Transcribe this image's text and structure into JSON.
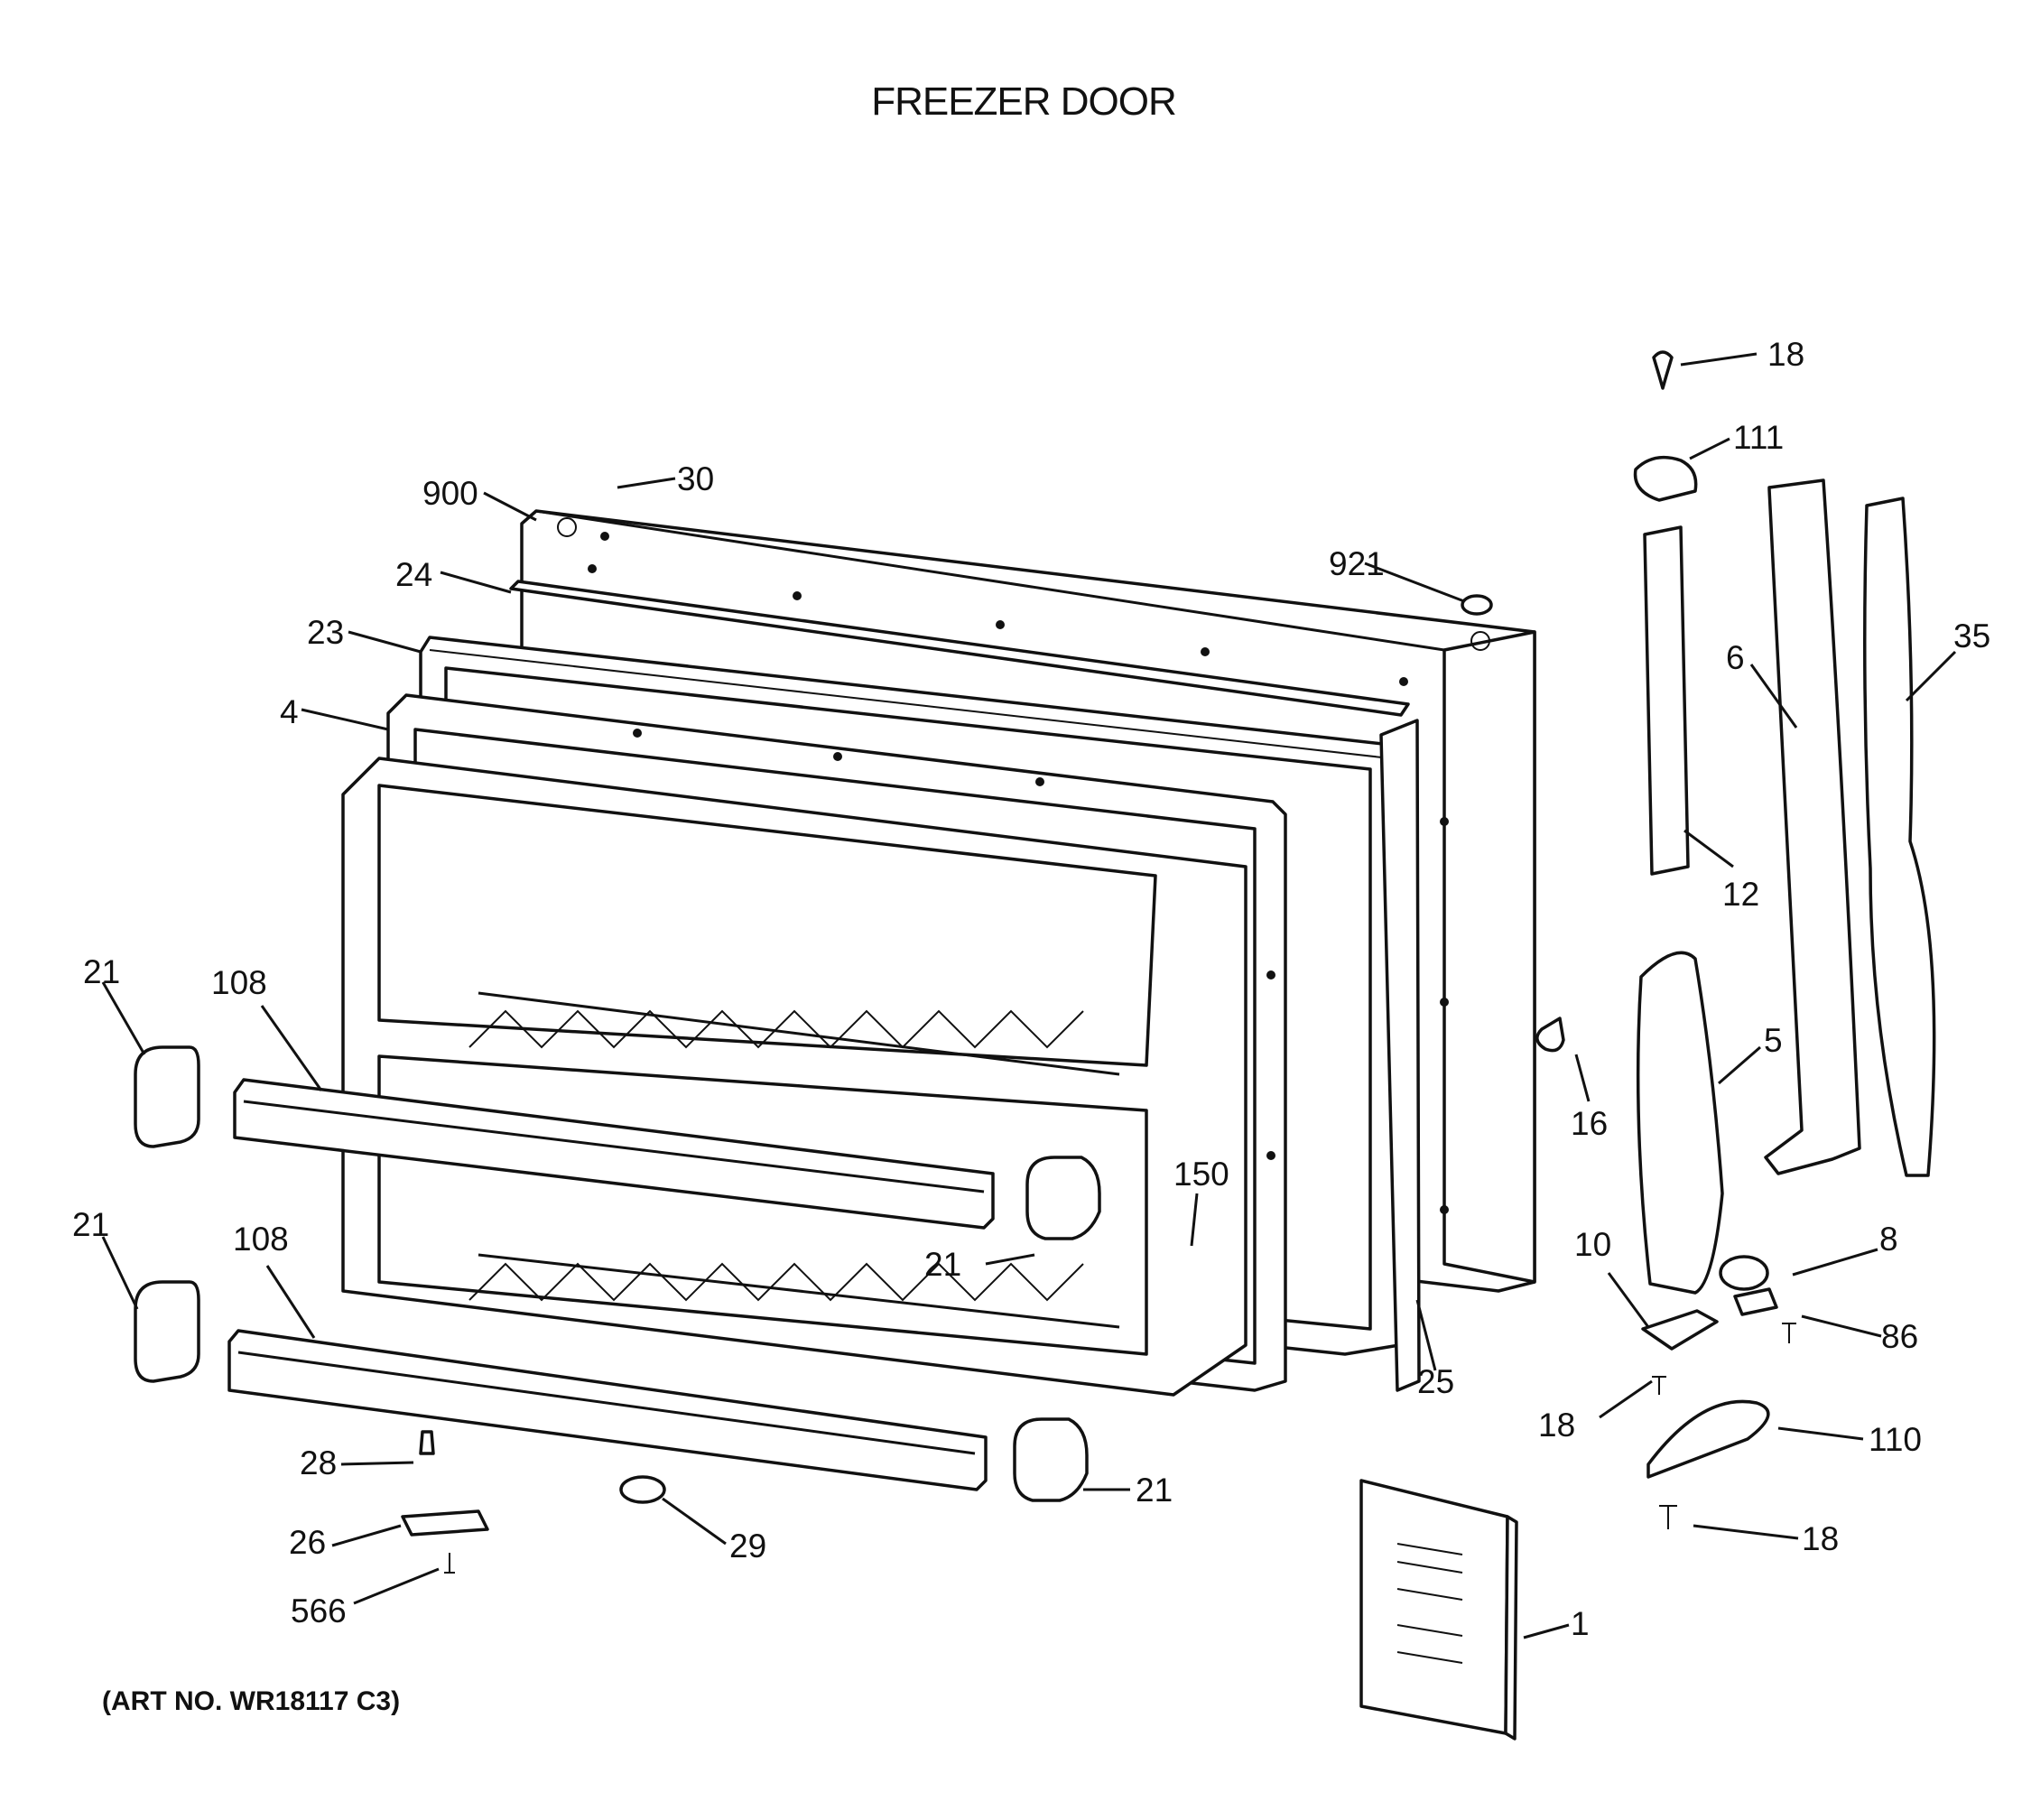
{
  "title": "FREEZER DOOR",
  "art_number": "(ART NO. WR18117 C3)",
  "callouts": {
    "p18_top": "18",
    "p111": "111",
    "p30": "30",
    "p900": "900",
    "p921": "921",
    "p24": "24",
    "p23": "23",
    "p4": "4",
    "p6": "6",
    "p35": "35",
    "p12": "12",
    "p21_a": "21",
    "p108_a": "108",
    "p5": "5",
    "p16": "16",
    "p150": "150",
    "p21_b": "21",
    "p21_c": "21",
    "p108_b": "108",
    "p10": "10",
    "p8": "8",
    "p86": "86",
    "p25": "25",
    "p18_mid": "18",
    "p110": "110",
    "p28": "28",
    "p21_d": "21",
    "p26": "26",
    "p29": "29",
    "p18_bot": "18",
    "p566": "566",
    "p1": "1"
  }
}
